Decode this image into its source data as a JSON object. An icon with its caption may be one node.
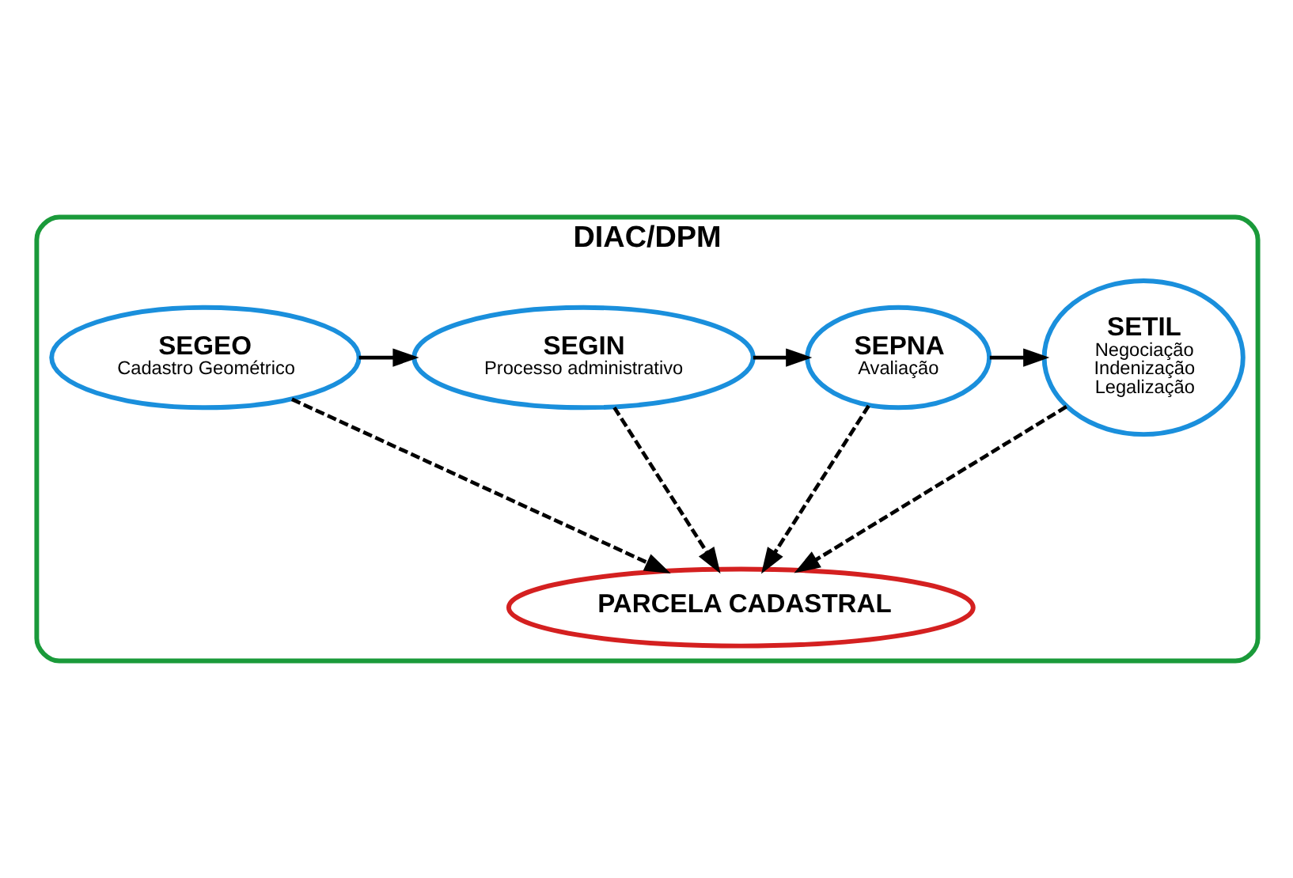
{
  "diagram": {
    "nodes": [
      {
        "text": [
          "DIAC/DPM"
        ]
      },
      {
        "text": [
          "SEGEO",
          "Cadastro Geométrico"
        ],
        "in": 0
      },
      {
        "text": [
          "SEGIN",
          "Processo administrativo"
        ],
        "in": 0
      },
      {
        "text": [
          "SEPNA",
          "Avaliação"
        ],
        "in": 0
      },
      {
        "text": [
          "SETIL",
          "Negociação Indenização Legalização"
        ],
        "in": 0
      },
      {
        "text": [
          "PARCELA CADASTRAL"
        ],
        "in": 0
      }
    ],
    "edges": [
      {
        "from": 1,
        "to": 2,
        "arrow": "to"
      },
      {
        "from": 2,
        "to": 3,
        "arrow": "to"
      },
      {
        "from": 3,
        "to": 4,
        "arrow": "to"
      },
      {
        "from": 1,
        "to": 5,
        "arrow": "to",
        "style": "dashed"
      },
      {
        "from": 2,
        "to": 5,
        "arrow": "to",
        "style": "dashed"
      },
      {
        "from": 3,
        "to": 5,
        "arrow": "to",
        "style": "dashed"
      },
      {
        "from": 4,
        "to": 5,
        "arrow": "to",
        "style": "dashed"
      }
    ]
  }
}
